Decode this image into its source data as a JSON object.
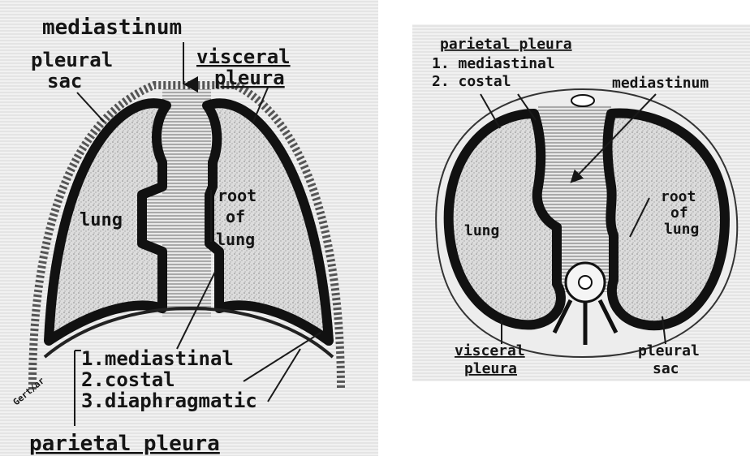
{
  "left_figure": {
    "mediastinum": "mediastinum",
    "pleural_sac_line1": "pleural",
    "pleural_sac_line2": "sac",
    "visceral_pleura_line1": "visceral",
    "visceral_pleura_line2": "pleura",
    "lung": "lung",
    "root_of_lung_line1": "root",
    "root_of_lung_line2": "of",
    "root_of_lung_line3": "lung",
    "list_item_1": "1.mediastinal",
    "list_item_2": "2.costal",
    "list_item_3": "3.diaphragmatic",
    "parietal_pleura": "parietal pleura",
    "signature": "Gert/ar"
  },
  "right_figure": {
    "parietal_pleura": "parietal pleura",
    "item_1": "1. mediastinal",
    "item_2": "2. costal",
    "mediastinum": "mediastinum",
    "lung": "lung",
    "root_of_lung_line1": "root",
    "root_of_lung_line2": "of",
    "root_of_lung_line3": "lung",
    "visceral_pleura_line1": "visceral",
    "visceral_pleura_line2": "pleura",
    "pleural_sac_line1": "pleural",
    "pleural_sac_line2": "sac"
  },
  "colors": {
    "ink": "#151515",
    "lung_fill": "#d8d8d8",
    "mediastinum_fill": "#bdbdbd",
    "background": "#ececec"
  }
}
